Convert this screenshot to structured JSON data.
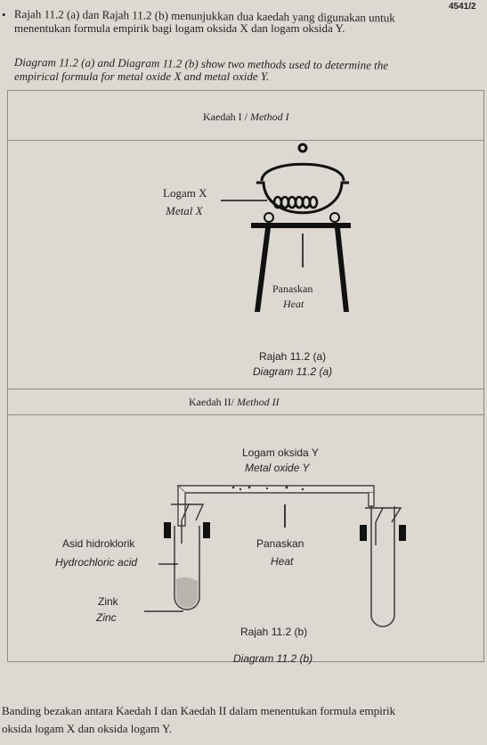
{
  "header": {
    "paper_code": "4541/2"
  },
  "intro": {
    "bullet": "•",
    "ms_line1": "Rajah 11.2 (a) dan Rajah 11.2 (b) menunjukkan dua kaedah yang digunakan untuk",
    "ms_line2": "menentukan formula empirik bagi logam oksida X dan logam oksida Y.",
    "en_line1": "Diagram 11.2 (a) and Diagram 11.2 (b) show two methods used to determine the",
    "en_line2": "empirical formula for metal oxide X and metal oxide Y."
  },
  "method1": {
    "title_ms": "Kaedah I / ",
    "title_en": "Method I",
    "label_metal_ms": "Logam X",
    "label_metal_en": "Metal X",
    "label_heat_ms": "Panaskan",
    "label_heat_en": "Heat",
    "caption_ms": "Rajah 11.2 (a)",
    "caption_en": "Diagram 11.2 (a)"
  },
  "method2": {
    "title_ms": "Kaedah II/ ",
    "title_en": "Method II",
    "label_oxide_ms": "Logam oksida Y",
    "label_oxide_en": "Metal oxide Y",
    "label_acid_ms": "Asid hidroklorik",
    "label_acid_en": "Hydrochloric acid",
    "label_zinc_ms": "Zink",
    "label_zinc_en": "Zinc",
    "label_heat_ms": "Panaskan",
    "label_heat_en": "Heat",
    "caption_ms": "Rajah 11.2 (b)",
    "caption_en": "Diagram 11.2 (b)"
  },
  "question": {
    "line1": "Banding bezakan antara Kaedah I dan Kaedah II dalam menentukan formula empirik",
    "line2": "oksida logam X dan oksida logam Y."
  }
}
